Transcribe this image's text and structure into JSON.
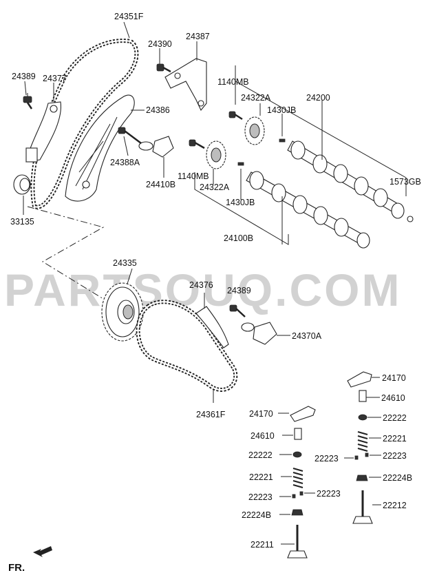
{
  "watermark": "PARTSOUQ.COM",
  "front_indicator": "FR.",
  "part_labels": {
    "p24351F": "24351F",
    "p24387": "24387",
    "p24390": "24390",
    "p24389_top": "24389",
    "p24377": "24377",
    "p24386": "24386",
    "p1140MB_top": "1140MB",
    "p24322A_top": "24322A",
    "p24200": "24200",
    "p1430JB_top": "1430JB",
    "p24388A": "24388A",
    "p24410B": "24410B",
    "p1140MB_mid": "1140MB",
    "p24322A_mid": "24322A",
    "p1573GB": "1573GB",
    "p33135": "33135",
    "p1430JB_mid": "1430JB",
    "p24100B": "24100B",
    "p24335": "24335",
    "p24376": "24376",
    "p24389_mid": "24389",
    "p24370A": "24370A",
    "p24361F": "24361F",
    "p24170_right": "24170",
    "p24610_right": "24610",
    "p22222_right": "22222",
    "p22221_right": "22221",
    "p22223_right_a": "22223",
    "p22223_right_b": "22223",
    "p22224B_right": "22224B",
    "p22212": "22212",
    "p24170_left": "24170",
    "p24610_left": "24610",
    "p22222_left": "22222",
    "p22221_left": "22221",
    "p22223_left_a": "22223",
    "p22223_left_b": "22223",
    "p22224B_left": "22224B",
    "p22211": "22211"
  }
}
